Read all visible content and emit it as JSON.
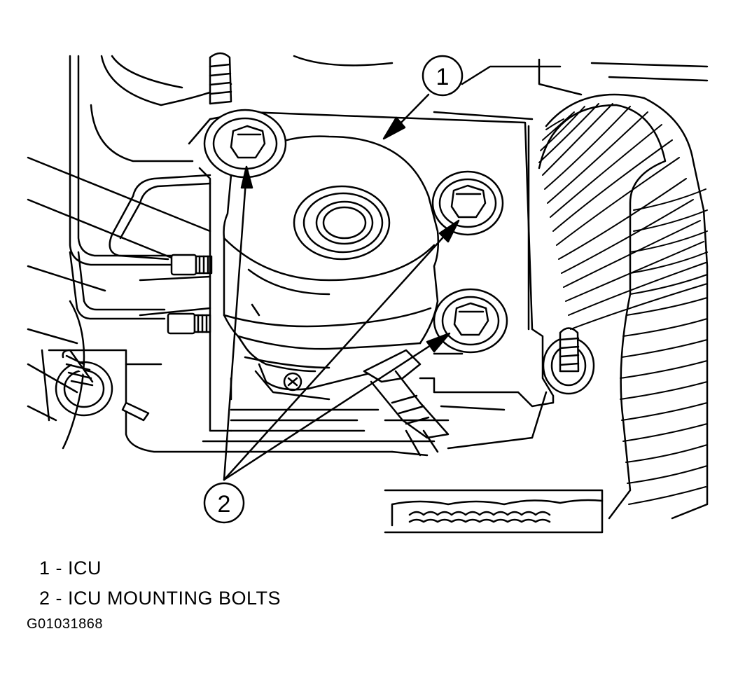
{
  "callouts": [
    {
      "number": "1"
    },
    {
      "number": "2"
    }
  ],
  "legend": [
    {
      "text": "1 - ICU"
    },
    {
      "text": "2 - ICU MOUNTING BOLTS"
    }
  ],
  "figure_id": "G01031868"
}
